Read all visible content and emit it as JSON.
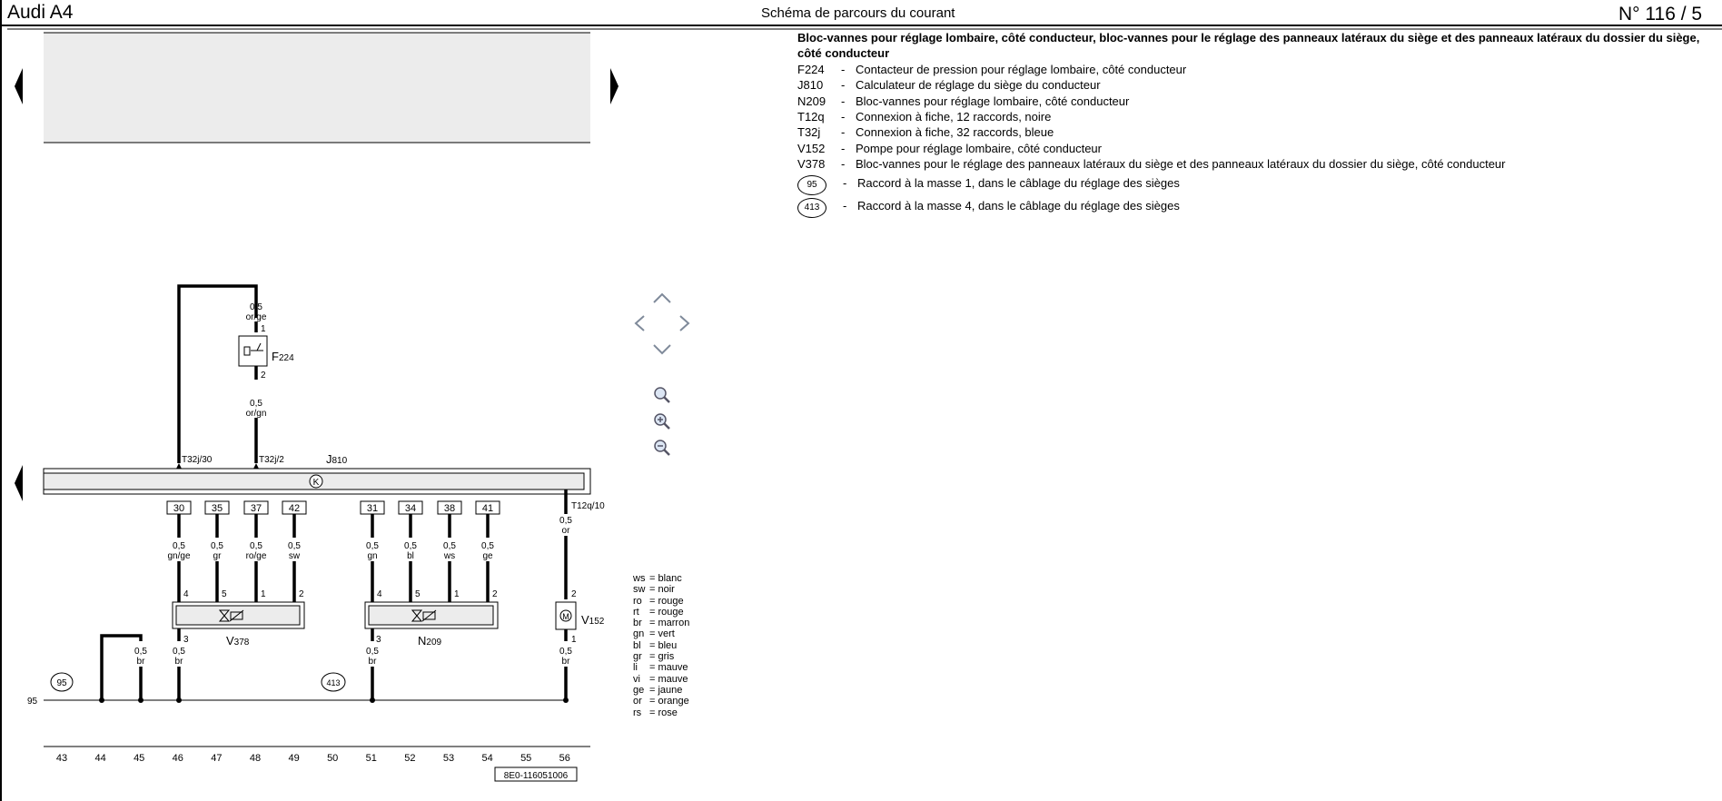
{
  "header": {
    "left_title": "Audi A4",
    "center_title": "Schéma de parcours du courant",
    "right_title": "N°  116 / 5"
  },
  "legend": {
    "title": "Bloc-vannes pour réglage lombaire, côté conducteur, bloc-vannes pour le réglage des panneaux latéraux du siège et des panneaux latéraux du dossier du siège, côté conducteur",
    "items": [
      {
        "code": "F224",
        "text": "Contacteur de pression pour réglage lombaire, côté conducteur"
      },
      {
        "code": "J810",
        "text": "Calculateur de réglage du siège du conducteur"
      },
      {
        "code": "N209",
        "text": "Bloc-vannes pour réglage lombaire, côté conducteur"
      },
      {
        "code": "T12q",
        "text": "Connexion à fiche, 12 raccords, noire"
      },
      {
        "code": "T32j",
        "text": "Connexion à fiche, 32 raccords, bleue"
      },
      {
        "code": "V152",
        "text": "Pompe pour réglage lombaire, côté conducteur"
      },
      {
        "code": "V378",
        "text": "Bloc-vannes pour le réglage des panneaux latéraux du siège et des panneaux latéraux du dossier du siège, côté conducteur"
      }
    ],
    "ground_items": [
      {
        "code": "95",
        "text": "Raccord à la masse 1, dans le câblage du réglage des sièges"
      },
      {
        "code": "413",
        "text": "Raccord à la masse 4, dans le câblage du réglage des sièges"
      }
    ]
  },
  "color_codes": [
    {
      "code": "ws",
      "name": "blanc"
    },
    {
      "code": "sw",
      "name": "noir"
    },
    {
      "code": "ro",
      "name": "rouge"
    },
    {
      "code": "rt",
      "name": "rouge"
    },
    {
      "code": "br",
      "name": "marron"
    },
    {
      "code": "gn",
      "name": "vert"
    },
    {
      "code": "bl",
      "name": "bleu"
    },
    {
      "code": "gr",
      "name": "gris"
    },
    {
      "code": "li",
      "name": "mauve"
    },
    {
      "code": "vi",
      "name": "mauve"
    },
    {
      "code": "ge",
      "name": "jaune"
    },
    {
      "code": "or",
      "name": "orange"
    },
    {
      "code": "rs",
      "name": "rose"
    }
  ],
  "diagram": {
    "f224": {
      "label": "F",
      "sub": "224",
      "pin_top": "1",
      "pin_bottom": "2",
      "wire_top": [
        "0,5",
        "or/ge"
      ],
      "wire_bottom": [
        "0,5",
        "or/gn"
      ]
    },
    "j810": {
      "label": "J",
      "sub": "810",
      "conn_a": "T32j/30",
      "conn_b": "T32j/2",
      "conn_c": "T12q/10"
    },
    "pins": [
      {
        "num": "30",
        "wire": [
          "0,5",
          "gn/ge"
        ],
        "vpin": "4"
      },
      {
        "num": "35",
        "wire": [
          "0,5",
          "gr"
        ],
        "vpin": "5"
      },
      {
        "num": "37",
        "wire": [
          "0,5",
          "ro/ge"
        ],
        "vpin": "1"
      },
      {
        "num": "42",
        "wire": [
          "0,5",
          "sw"
        ],
        "vpin": "2"
      },
      {
        "num": "31",
        "wire": [
          "0,5",
          "gn"
        ],
        "vpin": "4"
      },
      {
        "num": "34",
        "wire": [
          "0,5",
          "bl"
        ],
        "vpin": "5"
      },
      {
        "num": "38",
        "wire": [
          "0,5",
          "ws"
        ],
        "vpin": "1"
      },
      {
        "num": "41",
        "wire": [
          "0,5",
          "ge"
        ],
        "vpin": "2"
      }
    ],
    "v152": {
      "label": "V",
      "sub": "152",
      "wire": [
        "0,5",
        "or"
      ],
      "pin_top": "2",
      "pin_bottom": "1",
      "ground_wire": [
        "0,5",
        "br"
      ]
    },
    "v378": {
      "label": "V",
      "sub": "378",
      "pin": "3",
      "ground_wire": [
        "0,5",
        "br"
      ]
    },
    "n209": {
      "label": "N",
      "sub": "209",
      "pin": "3",
      "ground_wire": [
        "0,5",
        "br"
      ]
    },
    "ground_left_wire": [
      "0,5",
      "br"
    ],
    "ground_95": "95",
    "ground_413": "413",
    "bus_label": "95",
    "tracks": [
      "43",
      "44",
      "45",
      "46",
      "47",
      "48",
      "49",
      "50",
      "51",
      "52",
      "53",
      "54",
      "55",
      "56"
    ],
    "ref": "8E0-116051006"
  },
  "icons": {
    "nav": [
      "chevron-up-icon",
      "chevron-left-icon",
      "chevron-right-icon",
      "chevron-down-icon"
    ],
    "zoom": [
      "zoom-fit-icon",
      "zoom-in-icon",
      "zoom-out-icon"
    ]
  }
}
